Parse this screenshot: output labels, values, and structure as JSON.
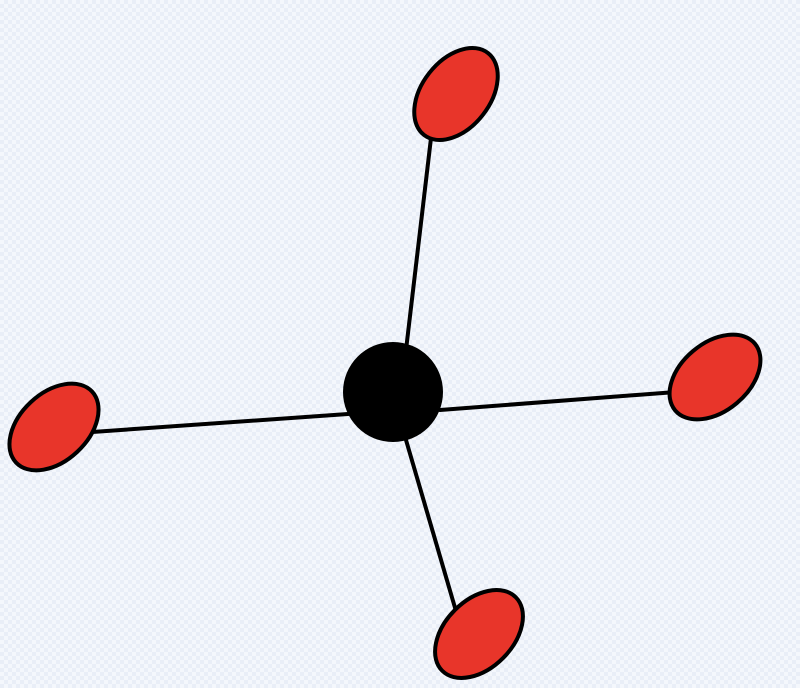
{
  "diagram": {
    "type": "tetrahedral-molecule-model",
    "colors": {
      "center_atom": "#000000",
      "outer_atoms": "#e8352a",
      "bonds": "#000000",
      "background": "#f4f7fc"
    },
    "center": {
      "shape": "circle"
    },
    "outer_atom_count": 4,
    "outer_atoms": [
      {
        "id": "top"
      },
      {
        "id": "right"
      },
      {
        "id": "bottom"
      },
      {
        "id": "left"
      }
    ]
  }
}
